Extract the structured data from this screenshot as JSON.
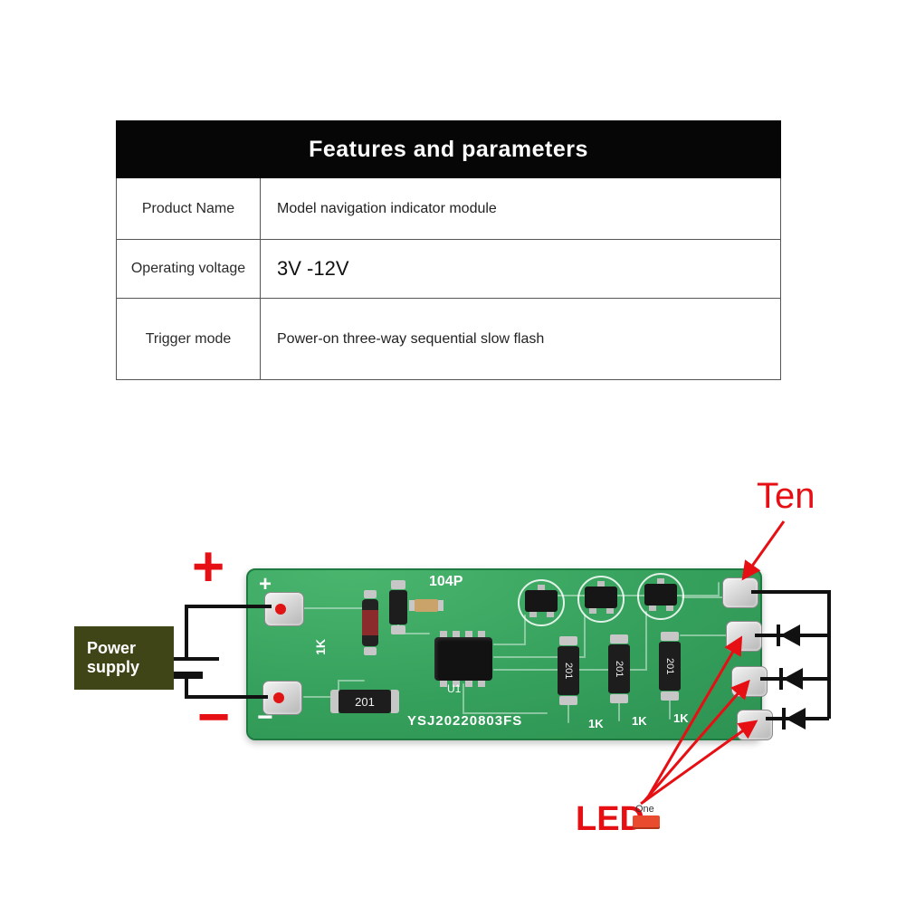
{
  "table": {
    "title": "Features and parameters",
    "rows": [
      {
        "label": "Product Name",
        "value": "Model navigation indicator module"
      },
      {
        "label": "Operating voltage",
        "value": "3V -12V"
      },
      {
        "label": "Trigger mode",
        "value": "Power-on three-way sequential slow flash"
      }
    ]
  },
  "diagram": {
    "ten_label": "Ten",
    "led_label": "LED",
    "one_label": "One",
    "power_supply_label": "Power supply",
    "plus_sign": "+",
    "minus_sign": "−",
    "pcb": {
      "silk_plus": "+",
      "silk_minus": "−",
      "cap_code": "104P",
      "left_resistor_label": "1K",
      "smd_resistor_code": "201",
      "ic_label": "U1",
      "board_code": "YSJ20220803FS",
      "output_resistor_labels": [
        "1K",
        "1K",
        "1K"
      ]
    },
    "colors": {
      "accent_red": "#e60f14",
      "pcb_green": "#35a05c",
      "power_box": "#3f4517"
    }
  }
}
